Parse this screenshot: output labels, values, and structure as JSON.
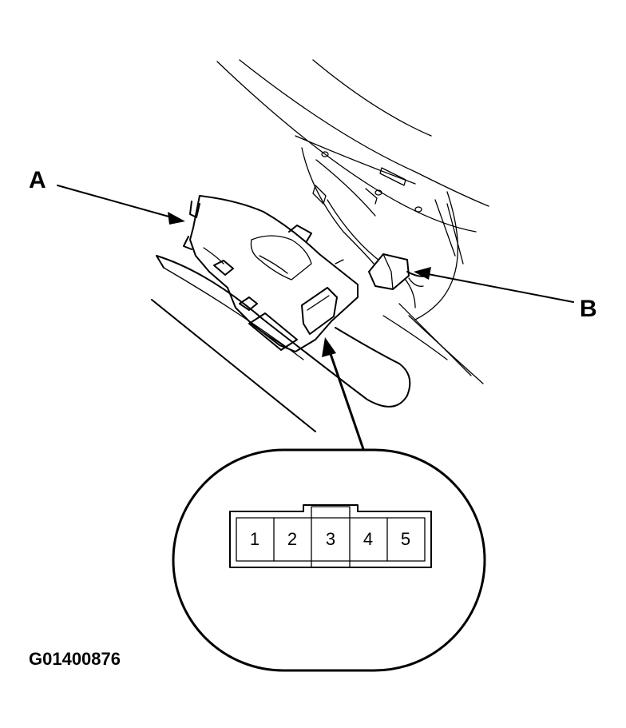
{
  "callouts": {
    "a": "A",
    "b": "B"
  },
  "connector": {
    "pins": [
      "1",
      "2",
      "3",
      "4",
      "5"
    ]
  },
  "figure_id": "G01400876"
}
